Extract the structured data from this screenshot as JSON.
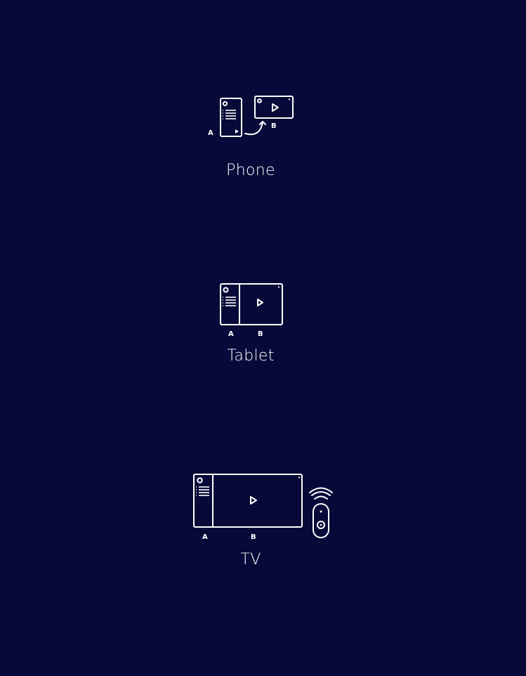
{
  "background_color": "#070a38",
  "foreground_color": "#ffffff",
  "devices": [
    {
      "label": "Phone",
      "screen_a": "A",
      "screen_b": "B"
    },
    {
      "label": "Tablet",
      "screen_a": "A",
      "screen_b": "B"
    },
    {
      "label": "TV",
      "screen_a": "A",
      "screen_b": "B"
    }
  ]
}
